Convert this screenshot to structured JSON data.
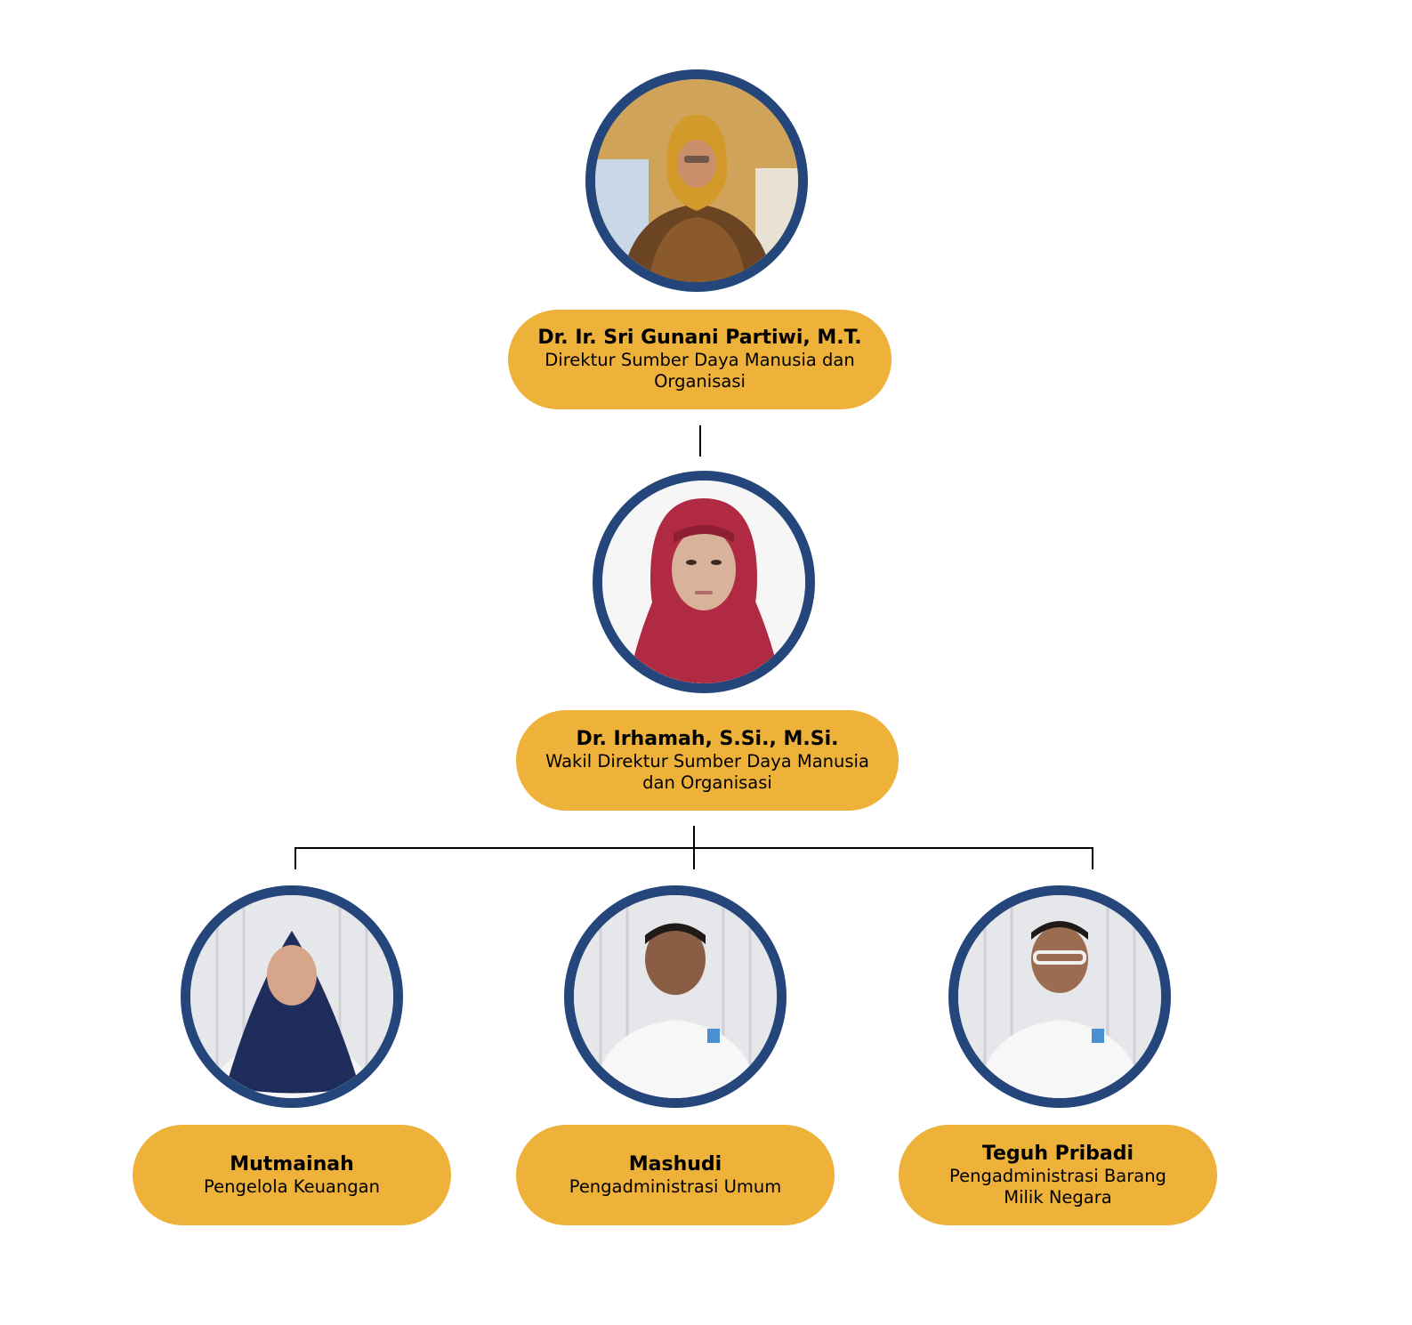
{
  "colors": {
    "card_fill": "#eeb13a",
    "photo_ring": "#24467a",
    "connector": "#000000"
  },
  "director": {
    "name": "Dr. Ir. Sri Gunani Partiwi, M.T.",
    "role_line1": "Direktur Sumber Daya Manusia dan",
    "role_line2": "Organisasi"
  },
  "vice_director": {
    "name": "Dr. Irhamah, S.Si., M.Si.",
    "role_line1": "Wakil Direktur Sumber Daya Manusia",
    "role_line2": "dan Organisasi"
  },
  "staff": [
    {
      "name": "Mutmainah",
      "role_line1": "Pengelola Keuangan",
      "role_line2": ""
    },
    {
      "name": "Mashudi",
      "role_line1": "Pengadministrasi Umum",
      "role_line2": ""
    },
    {
      "name": "Teguh Pribadi",
      "role_line1": "Pengadministrasi Barang",
      "role_line2": "Milik Negara"
    }
  ]
}
